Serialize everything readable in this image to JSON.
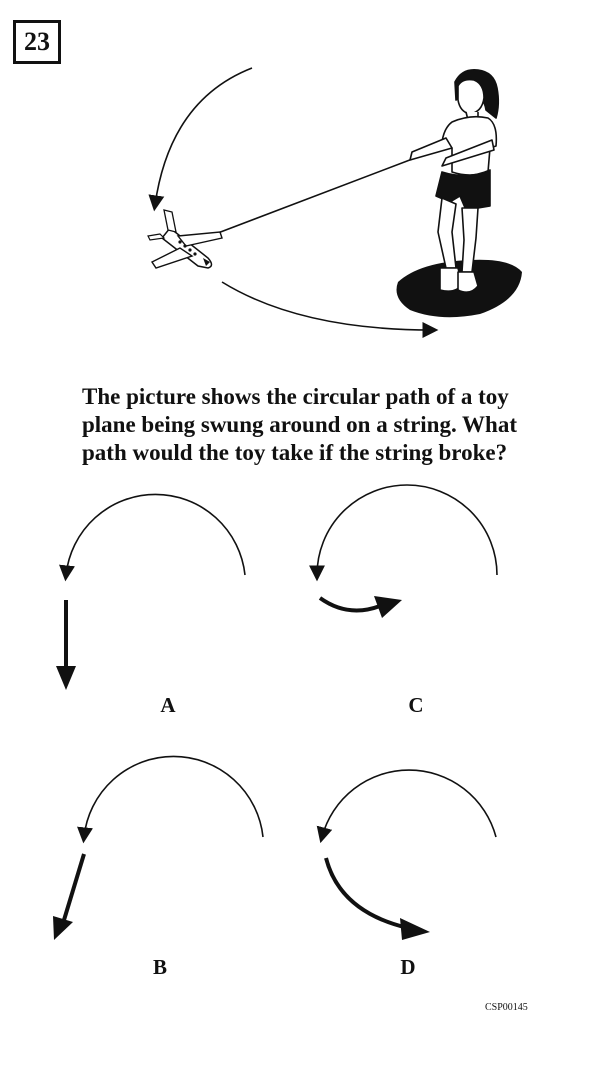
{
  "question_number": "23",
  "question_text": "The picture shows the circular path of a toy plane being swung around on a string. What path would the toy take if the string broke?",
  "options": [
    {
      "letter": "A",
      "path": "straight-down"
    },
    {
      "letter": "B",
      "path": "tangent-line"
    },
    {
      "letter": "C",
      "path": "hook-right"
    },
    {
      "letter": "D",
      "path": "continues-circle"
    }
  ],
  "item_code": "CSP00145",
  "colors": {
    "ink": "#111111",
    "paper": "#ffffff"
  }
}
